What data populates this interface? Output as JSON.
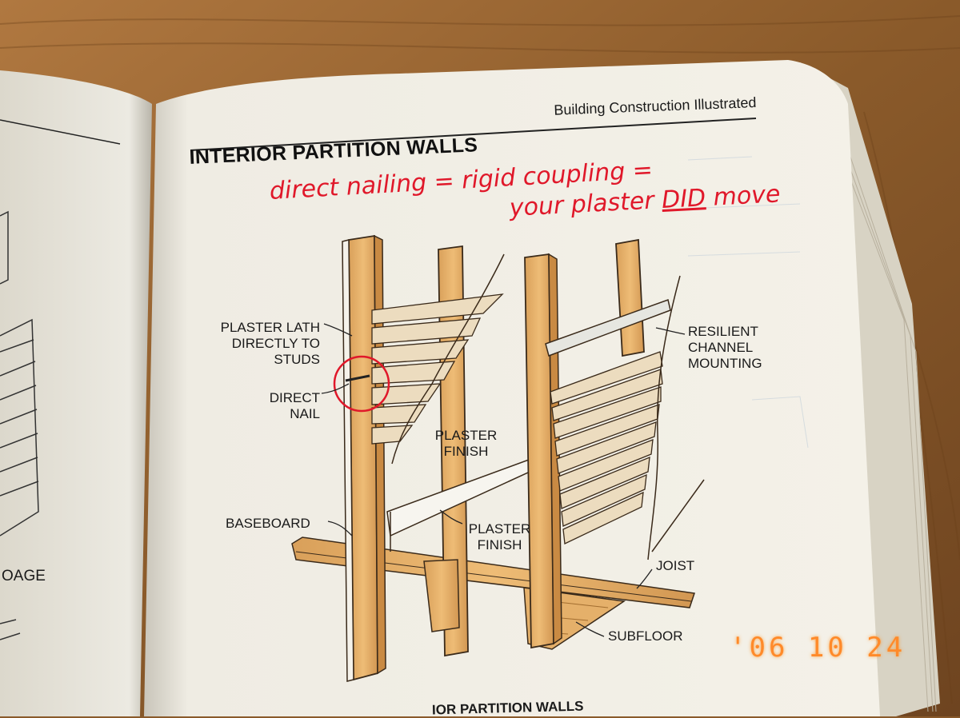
{
  "book": {
    "running_header": "Building Construction Illustrated",
    "page_title": "INTERIOR PARTITION WALLS",
    "left_page_fragment": "OAGE",
    "bottom_fragment": "IOR PARTITION WALLS"
  },
  "annotation": {
    "line1": "direct nailing = rigid coupling =",
    "line2_prefix": "your plaster ",
    "line2_emph": "DID",
    "line2_suffix": " move",
    "ink_color": "#e0182a"
  },
  "labels": {
    "plaster_lath": "PLASTER LATH DIRECTLY TO STUDS",
    "direct_nail": "DIRECT NAIL",
    "plaster_finish_1": "PLASTER FINISH",
    "plaster_finish_2": "PLASTER FINISH",
    "baseboard": "BASEBOARD",
    "resilient_channel": "RESILIENT CHANNEL MOUNTING",
    "joist": "JOIST",
    "subfloor": "SUBFLOOR"
  },
  "datestamp": "'06 10 24",
  "colors": {
    "wood": "#e8b46a",
    "page": "#f2efe6",
    "table": "#8a5a2a",
    "datestamp": "#ff8a2a"
  }
}
